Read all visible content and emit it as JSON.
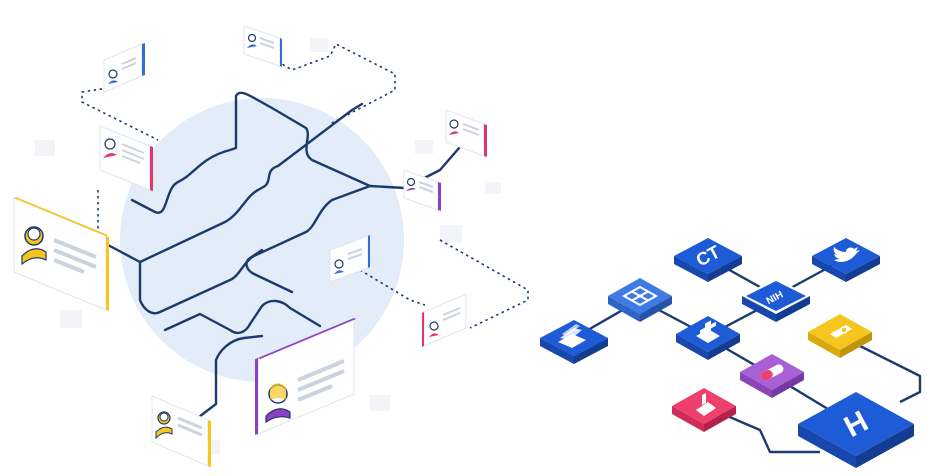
{
  "network": {
    "profile_cards": [
      {
        "id": "card-top-1",
        "accent": "#2f6fd6"
      },
      {
        "id": "card-top-2",
        "accent": "#2f6fd6"
      },
      {
        "id": "card-mid-left",
        "accent": "#e5336b"
      },
      {
        "id": "card-right-1",
        "accent": "#e5336b"
      },
      {
        "id": "card-right-2",
        "accent": "#8f3fc4"
      },
      {
        "id": "card-center",
        "accent": "#2f6fd6"
      },
      {
        "id": "card-right-3",
        "accent": "#e5336b"
      },
      {
        "id": "card-large-left",
        "accent": "#f6c61f"
      },
      {
        "id": "card-large-center",
        "accent": "#8f3fc4"
      },
      {
        "id": "card-bottom-left",
        "accent": "#f6c61f"
      }
    ],
    "line_color": "#1c3a6e",
    "halo_color": "#e3ecf9"
  },
  "tiles": {
    "ct": {
      "label": "CT",
      "color": "#1e5bd6"
    },
    "nih": {
      "label": "NIH",
      "color": "#1e5bd6"
    },
    "twitter": {
      "icon": "twitter-bird-icon",
      "color": "#1e5bd6"
    },
    "grid": {
      "icon": "grid-icon",
      "color": "#3f7ae6"
    },
    "book": {
      "icon": "book-icon",
      "color": "#1e5bd6"
    },
    "medical": {
      "icon": "medical-cross-icon",
      "color": "#1e5bd6"
    },
    "person": {
      "icon": "person-icon",
      "color": "#f6c61f"
    },
    "pill": {
      "icon": "pill-icon",
      "color": "#a95fd6"
    },
    "flask": {
      "icon": "flask-icon",
      "color": "#ef3f6d"
    },
    "brand": {
      "label": "H",
      "color": "#1e5bd6"
    }
  }
}
